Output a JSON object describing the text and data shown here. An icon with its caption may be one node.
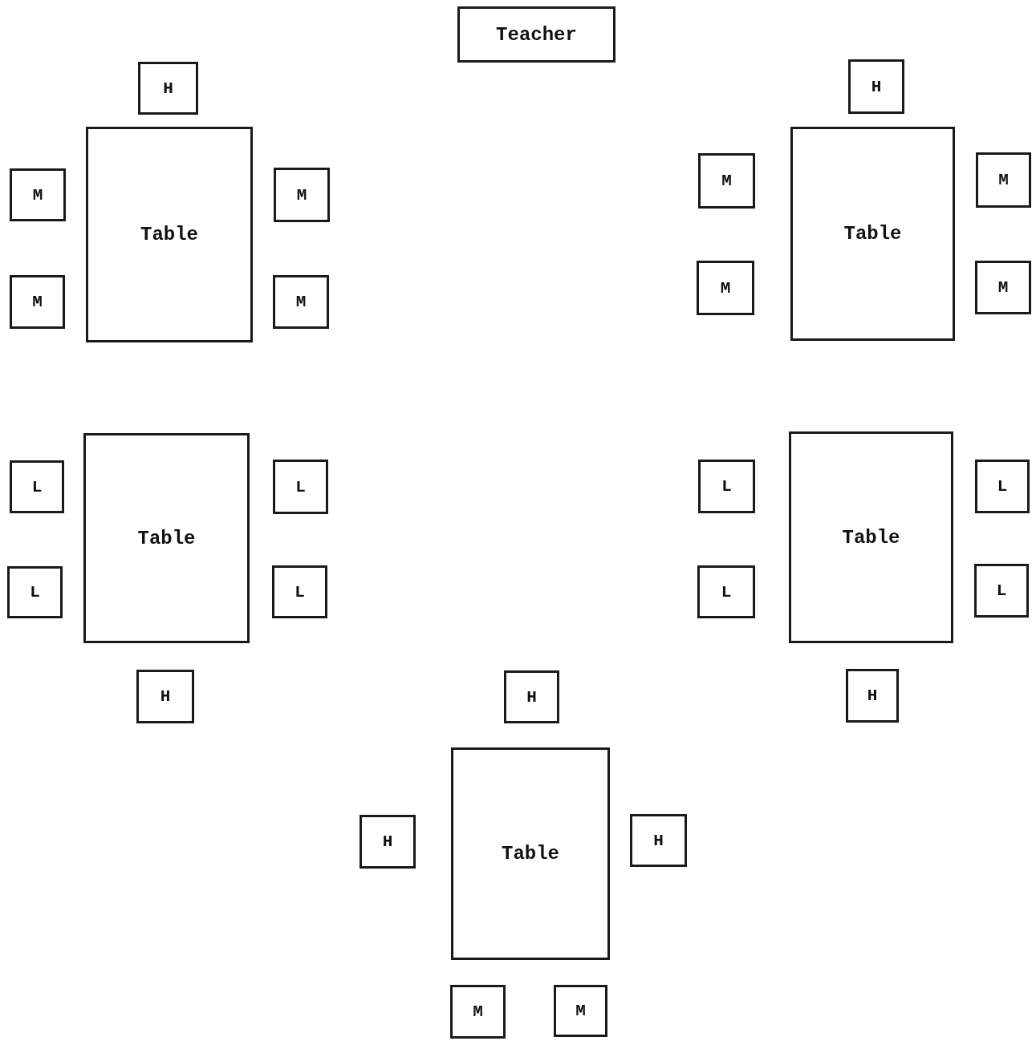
{
  "diagram": {
    "nodes": [
      {
        "text": [
          "Teacher"
        ]
      },
      {
        "text": [
          "H"
        ]
      },
      {
        "text": [
          "H"
        ]
      },
      {
        "text": [
          "Table"
        ]
      },
      {
        "text": [
          "M"
        ]
      },
      {
        "text": [
          "M"
        ]
      },
      {
        "text": [
          "M"
        ]
      },
      {
        "text": [
          "M"
        ]
      },
      {
        "text": [
          "Table"
        ]
      },
      {
        "text": [
          "M"
        ]
      },
      {
        "text": [
          "M"
        ]
      },
      {
        "text": [
          "M"
        ]
      },
      {
        "text": [
          "M"
        ]
      },
      {
        "text": [
          "Table"
        ]
      },
      {
        "text": [
          "L"
        ]
      },
      {
        "text": [
          "L"
        ]
      },
      {
        "text": [
          "L"
        ]
      },
      {
        "text": [
          "L"
        ]
      },
      {
        "text": [
          "Table"
        ]
      },
      {
        "text": [
          "L"
        ]
      },
      {
        "text": [
          "L"
        ]
      },
      {
        "text": [
          "L"
        ]
      },
      {
        "text": [
          "L"
        ]
      },
      {
        "text": [
          "H"
        ]
      },
      {
        "text": [
          "H"
        ]
      },
      {
        "text": [
          "H"
        ]
      },
      {
        "text": [
          "Table"
        ]
      },
      {
        "text": [
          "H"
        ]
      },
      {
        "text": [
          "H"
        ]
      },
      {
        "text": [
          "M"
        ]
      },
      {
        "text": [
          "M"
        ]
      }
    ]
  }
}
